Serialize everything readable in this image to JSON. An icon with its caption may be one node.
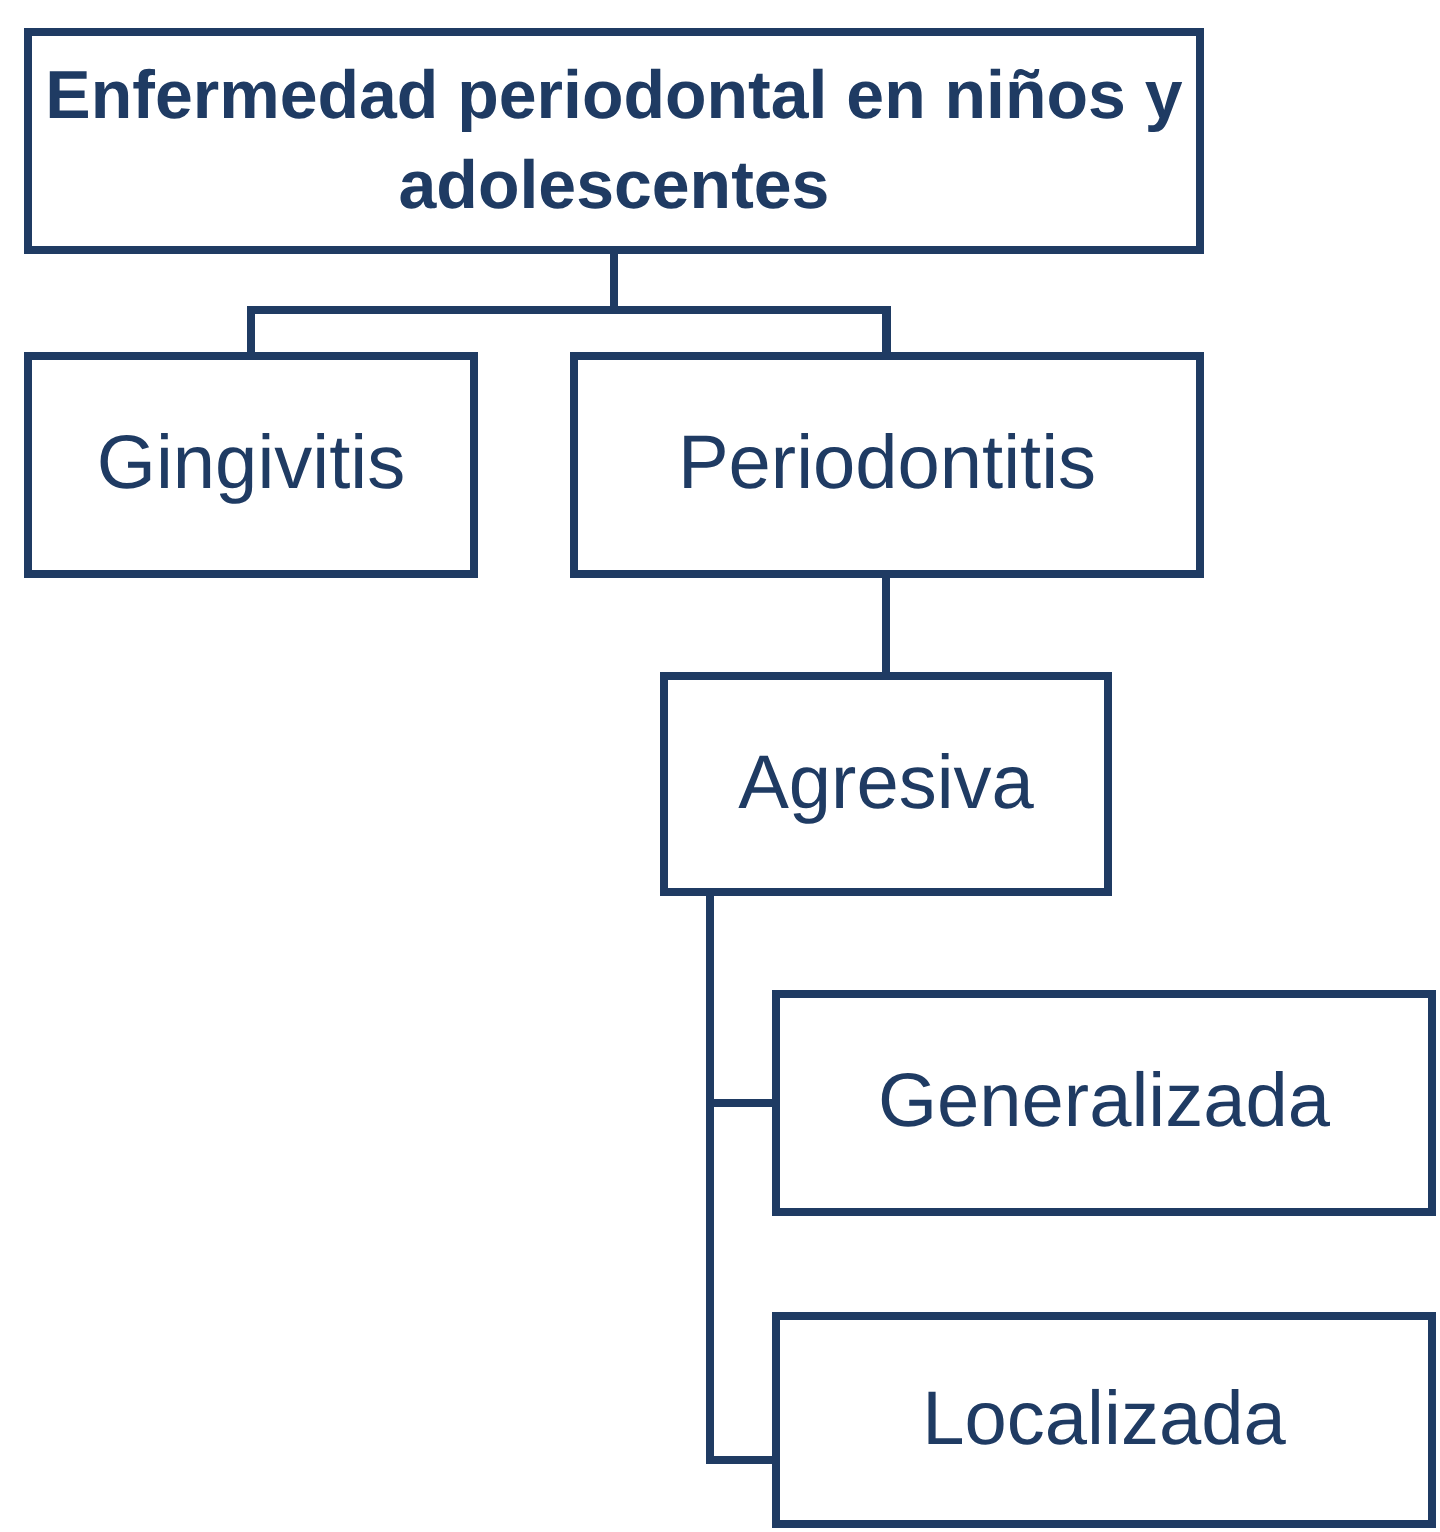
{
  "diagram": {
    "nodes": [
      {
        "text": [
          "Enfermedad periodontal en niños y adolescentes"
        ]
      },
      {
        "text": [
          "Gingivitis"
        ]
      },
      {
        "text": [
          "Periodontitis"
        ]
      },
      {
        "text": [
          "Agresiva"
        ]
      },
      {
        "text": [
          "Generalizada"
        ]
      },
      {
        "text": [
          "Localizada"
        ]
      }
    ],
    "edges": [
      {
        "from": 0,
        "to": 1,
        "arrow": "none"
      },
      {
        "from": 0,
        "to": 2,
        "arrow": "none"
      },
      {
        "from": 2,
        "to": 3,
        "arrow": "none"
      },
      {
        "from": 3,
        "to": 4,
        "arrow": "none"
      },
      {
        "from": 3,
        "to": 5,
        "arrow": "none"
      }
    ]
  }
}
